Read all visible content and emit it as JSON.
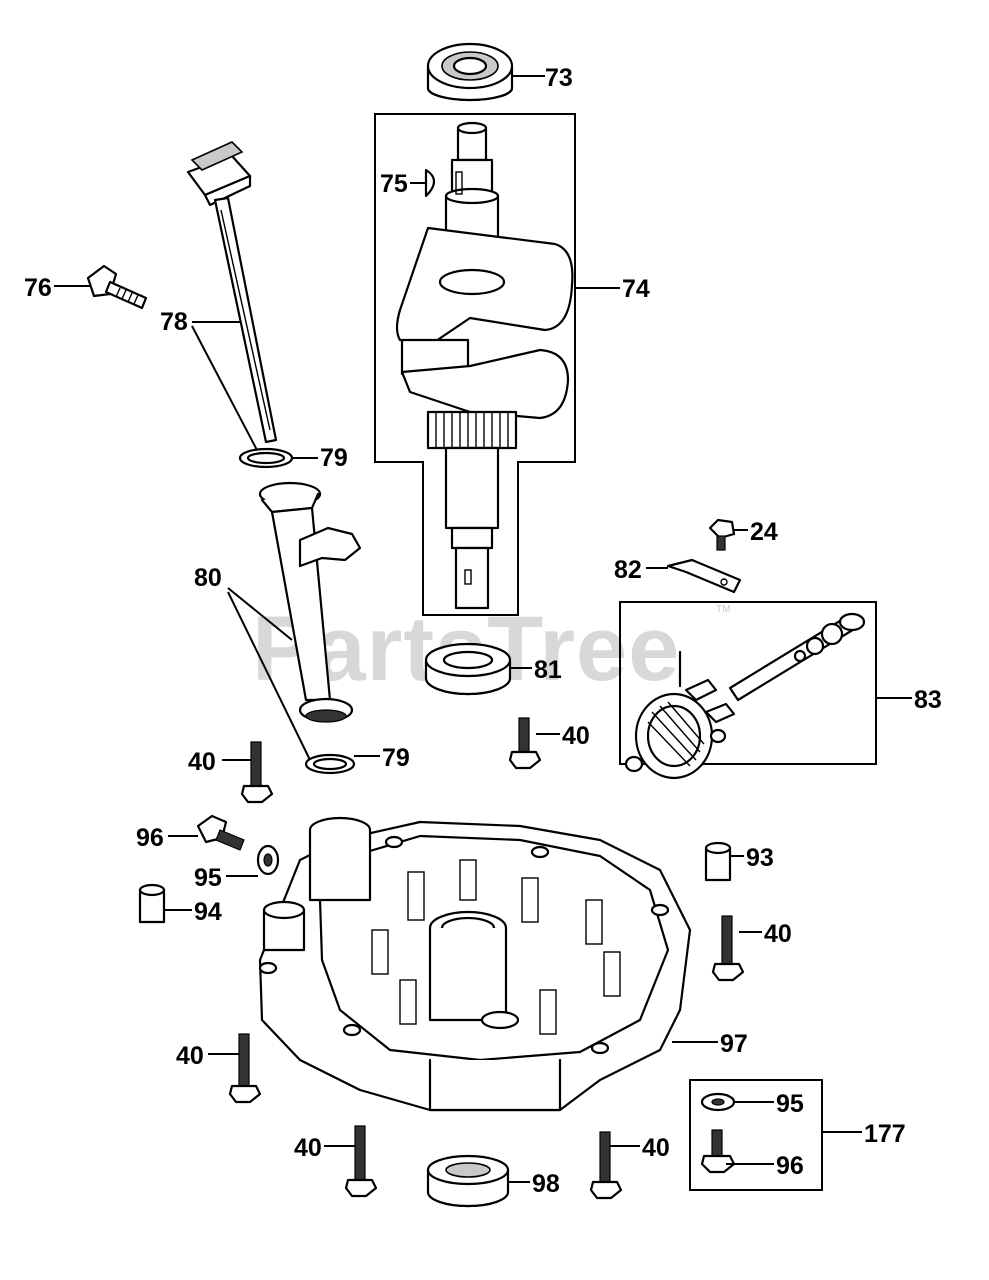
{
  "watermark": {
    "text": "PartsTree",
    "trademark": "TM"
  },
  "callouts": [
    {
      "id": "c73",
      "text": "73"
    },
    {
      "id": "c75",
      "text": "75"
    },
    {
      "id": "c74",
      "text": "74"
    },
    {
      "id": "c78",
      "text": "78"
    },
    {
      "id": "c76",
      "text": "76"
    },
    {
      "id": "c79a",
      "text": "79"
    },
    {
      "id": "c24",
      "text": "24"
    },
    {
      "id": "c82",
      "text": "82"
    },
    {
      "id": "c80",
      "text": "80"
    },
    {
      "id": "c81",
      "text": "81"
    },
    {
      "id": "c83",
      "text": "83"
    },
    {
      "id": "c40a",
      "text": "40"
    },
    {
      "id": "c40b",
      "text": "40"
    },
    {
      "id": "c79b",
      "text": "79"
    },
    {
      "id": "c96a",
      "text": "96"
    },
    {
      "id": "c93",
      "text": "93"
    },
    {
      "id": "c95a",
      "text": "95"
    },
    {
      "id": "c94",
      "text": "94"
    },
    {
      "id": "c40c",
      "text": "40"
    },
    {
      "id": "c40d",
      "text": "40"
    },
    {
      "id": "c97",
      "text": "97"
    },
    {
      "id": "c95b",
      "text": "95"
    },
    {
      "id": "c177",
      "text": "177"
    },
    {
      "id": "c40e",
      "text": "40"
    },
    {
      "id": "c40f",
      "text": "40"
    },
    {
      "id": "c98",
      "text": "98"
    },
    {
      "id": "c96b",
      "text": "96"
    }
  ]
}
